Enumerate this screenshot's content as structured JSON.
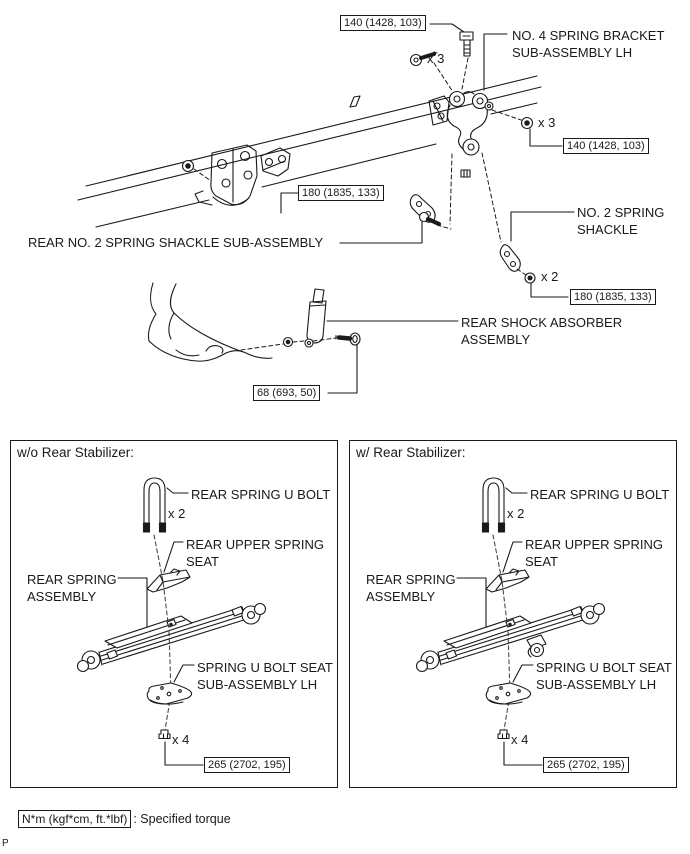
{
  "top_diagram": {
    "torque_boxes": {
      "bracket_bolt": "140 (1428, 103)",
      "bracket_nut": "140 (1428, 103)",
      "shackle_bolt": "180 (1835, 133)",
      "shackle_nut": "180 (1835, 133)",
      "shock_bolt": "68 (693, 50)"
    },
    "labels": {
      "qty_x3_bolt": "x 3",
      "qty_x3_nut": "x 3",
      "qty_x2_nut": "x 2",
      "no4_bracket_line1": "NO. 4 SPRING BRACKET",
      "no4_bracket_line2": "SUB-ASSEMBLY LH",
      "rear_shackle_sub": "REAR NO. 2 SPRING SHACKLE SUB-ASSEMBLY",
      "no2_shackle_line1": "NO. 2 SPRING",
      "no2_shackle_line2": "SHACKLE",
      "shock_line1": "REAR SHOCK ABSORBER",
      "shock_line2": "ASSEMBLY"
    }
  },
  "panels": [
    {
      "title": "w/o Rear Stabilizer:",
      "u_bolt_label": "REAR SPRING U BOLT",
      "qty_x2": "x 2",
      "upper_seat_line1": "REAR UPPER SPRING",
      "upper_seat_line2": "SEAT",
      "spring_line1": "REAR SPRING",
      "spring_line2": "ASSEMBLY",
      "seat_sub_line1": "SPRING U BOLT SEAT",
      "seat_sub_line2": "SUB-ASSEMBLY LH",
      "qty_x4": "x 4",
      "torque": "265 (2702, 195)"
    },
    {
      "title": "w/ Rear Stabilizer:",
      "u_bolt_label": "REAR SPRING U BOLT",
      "qty_x2": "x 2",
      "upper_seat_line1": "REAR UPPER SPRING",
      "upper_seat_line2": "SEAT",
      "spring_line1": "REAR SPRING",
      "spring_line2": "ASSEMBLY",
      "seat_sub_line1": "SPRING U BOLT SEAT",
      "seat_sub_line2": "SUB-ASSEMBLY LH",
      "qty_x4": "x 4",
      "torque": "265 (2702, 195)"
    }
  ],
  "footer": {
    "torque_unit": "N*m (kgf*cm, ft.*lbf)",
    "legend_text": ": Specified torque"
  },
  "page_marker": "P",
  "colors": {
    "ink": "#1a1a1a",
    "paper": "#ffffff"
  }
}
